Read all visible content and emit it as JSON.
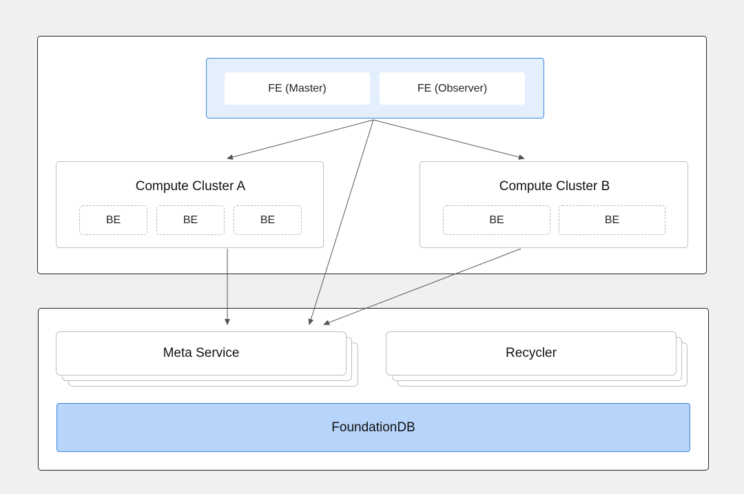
{
  "fe": {
    "master_label": "FE (Master)",
    "observer_label": "FE (Observer)"
  },
  "cluster_a": {
    "title": "Compute Cluster A",
    "be_labels": [
      "BE",
      "BE",
      "BE"
    ]
  },
  "cluster_b": {
    "title": "Compute Cluster B",
    "be_labels": [
      "BE",
      "BE"
    ]
  },
  "storage": {
    "meta_service_label": "Meta Service",
    "recycler_label": "Recycler",
    "foundationdb_label": "FoundationDB"
  },
  "colors": {
    "background": "#f0f0f0",
    "accent_blue": "#3d86d9",
    "fe_fill": "#e4effd",
    "foundationdb_fill": "#b7d4fb",
    "arrow": "#555555"
  }
}
